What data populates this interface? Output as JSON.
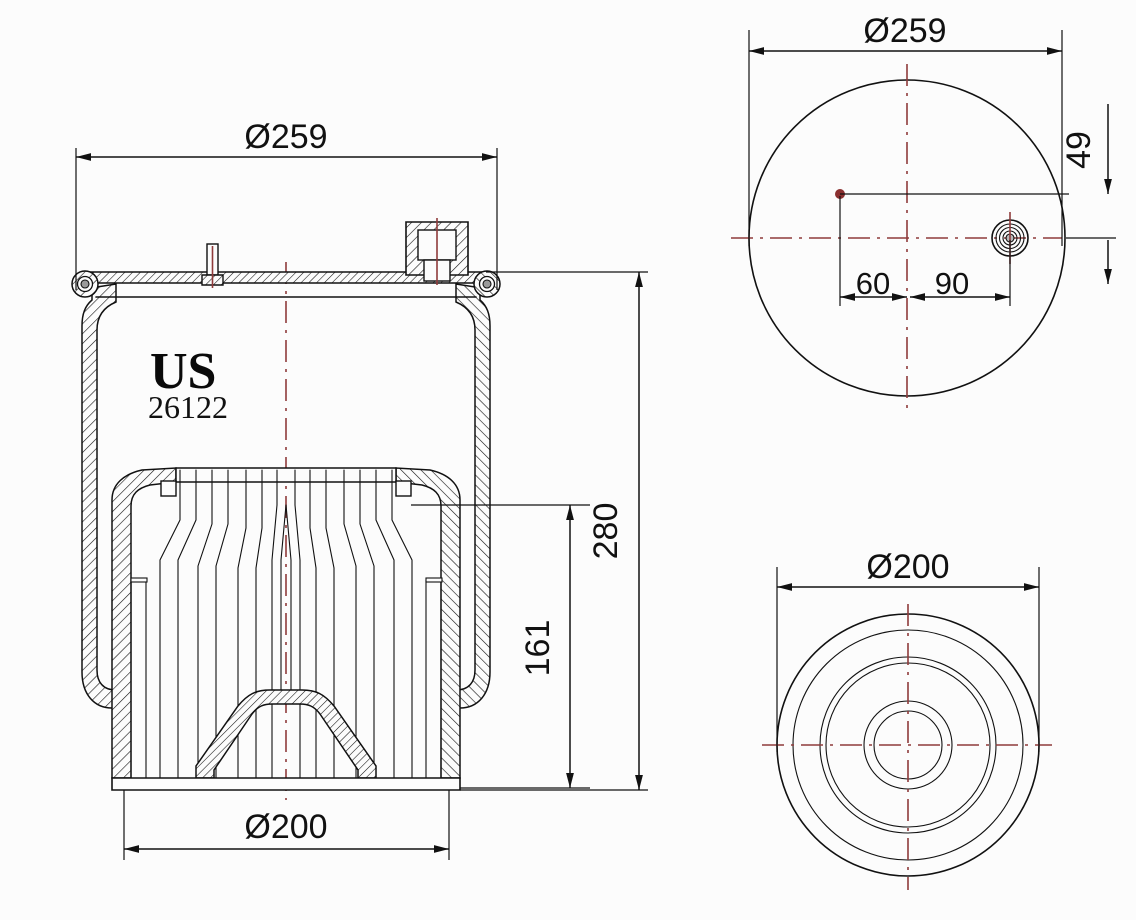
{
  "drawing": {
    "title": "Air Spring Assembly Technical Drawing",
    "background_color": "#fcfcfc",
    "line_color": "#111111",
    "centerline_color": "#8f3b3b"
  },
  "brand": {
    "name": "US",
    "part_number": "26122"
  },
  "views": {
    "main_section": {
      "name": "main-section-view",
      "dimensions": {
        "top_diameter": "Ø259",
        "bottom_diameter": "Ø200",
        "overall_height": "280",
        "piston_height": "161"
      }
    },
    "top_plate": {
      "name": "top-plate-view",
      "dimensions": {
        "diameter": "Ø259",
        "port_offset_vertical": "49",
        "stud_offset_left": "60",
        "port_offset_right": "90"
      }
    },
    "bottom_piston": {
      "name": "bottom-piston-view",
      "dimensions": {
        "diameter": "Ø200"
      }
    }
  },
  "labels": {
    "dia_259_main": "Ø259",
    "dia_200_main": "Ø200",
    "height_280": "280",
    "height_161": "161",
    "dia_259_top": "Ø259",
    "offset_49": "49",
    "offset_60": "60",
    "offset_90": "90",
    "dia_200_bottom": "Ø200"
  }
}
